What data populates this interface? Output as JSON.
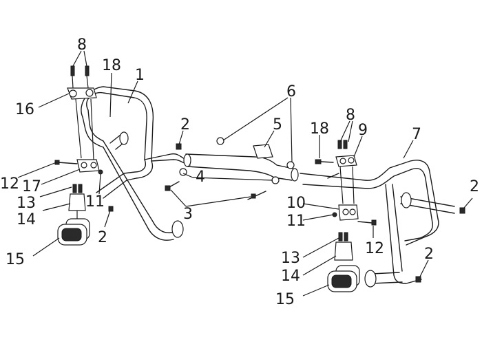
{
  "diagram": {
    "callouts": [
      {
        "id": "c8-left",
        "text": "8"
      },
      {
        "id": "c18-left",
        "text": "18"
      },
      {
        "id": "c1",
        "text": "1"
      },
      {
        "id": "c16",
        "text": "16"
      },
      {
        "id": "c2-mid",
        "text": "2"
      },
      {
        "id": "c6",
        "text": "6"
      },
      {
        "id": "c5",
        "text": "5"
      },
      {
        "id": "c8-right",
        "text": "8"
      },
      {
        "id": "c18-right",
        "text": "18"
      },
      {
        "id": "c9",
        "text": "9"
      },
      {
        "id": "c7",
        "text": "7"
      },
      {
        "id": "c12-left",
        "text": "12"
      },
      {
        "id": "c17",
        "text": "17"
      },
      {
        "id": "c13-left",
        "text": "13"
      },
      {
        "id": "c11-left",
        "text": "11"
      },
      {
        "id": "c14-left",
        "text": "14"
      },
      {
        "id": "c4",
        "text": "4"
      },
      {
        "id": "c3",
        "text": "3"
      },
      {
        "id": "c2-left",
        "text": "2"
      },
      {
        "id": "c15-left",
        "text": "15"
      },
      {
        "id": "c2-right-top",
        "text": "2"
      },
      {
        "id": "c10",
        "text": "10"
      },
      {
        "id": "c11-right",
        "text": "11"
      },
      {
        "id": "c12-right",
        "text": "12"
      },
      {
        "id": "c13-right",
        "text": "13"
      },
      {
        "id": "c2-right-bottom",
        "text": "2"
      },
      {
        "id": "c14-right",
        "text": "14"
      },
      {
        "id": "c15-right",
        "text": "15"
      }
    ]
  }
}
